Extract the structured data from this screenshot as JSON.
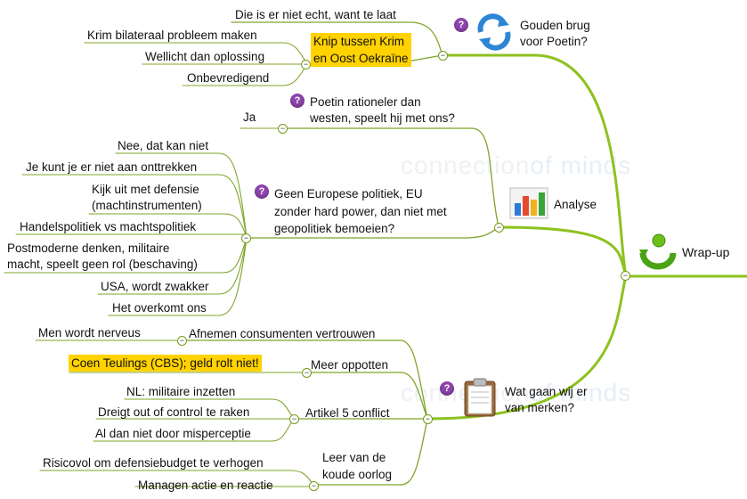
{
  "watermark": {
    "part1": "connection",
    "part2": "of minds"
  },
  "root": {
    "label": "Wrap-up",
    "icon": "refresh-arrow-icon"
  },
  "branches": {
    "gouden_brug": {
      "label_line1": "Gouden brug",
      "label_line2": "voor Poetin?",
      "icon": "blue-sync-arrows-icon",
      "children": {
        "die_is": "Die is er niet echt, want te laat",
        "knip_line1": "Knip tussen Krim",
        "knip_line2": "en Oost Oekraïne",
        "knip_children": [
          "Krim bilateraal probleem maken",
          "Wellicht dan oplossing",
          "Onbevredigend"
        ]
      }
    },
    "analyse": {
      "label": "Analyse",
      "icon": "bar-chart-icon",
      "children": {
        "poetin_line1": "Poetin rationeler dan",
        "poetin_line2": "westen, speelt hij met ons?",
        "poetin_children": [
          "Ja"
        ],
        "geen_line1": "Geen Europese politiek, EU",
        "geen_line2": "zonder hard power, dan niet met",
        "geen_line3": "geopolitiek bemoeien?",
        "geen_children": [
          "Nee, dat kan niet",
          "Je kunt je er niet aan onttrekken",
          "Kijk uit met defensie",
          "(machtinstrumenten)",
          "Handelspolitiek vs machtspolitiek",
          "Postmoderne denken, militaire",
          "macht, speelt geen rol (beschaving)",
          "USA, wordt zwakker",
          "Het overkomt ons"
        ]
      }
    },
    "merken": {
      "label_line1": "Wat gaan wij er",
      "label_line2": "van merken?",
      "icon": "clipboard-icon",
      "children": {
        "afnemen": "Afnemen consumenten vertrouwen",
        "afnemen_children": [
          "Men wordt nerveus"
        ],
        "oppotten": "Meer oppotten",
        "oppotten_children": [
          "Coen Teulings (CBS); geld rolt niet!"
        ],
        "artikel5": "Artikel 5 conflict",
        "artikel5_children": [
          "NL: militaire inzetten",
          "Dreigt out of control te raken",
          "Al dan niet door misperceptie"
        ],
        "leer_line1": "Leer van de",
        "leer_line2": "koude oorlog",
        "leer_children": [
          "Risicovol om defensiebudget te verhogen",
          "Managen actie en reactie"
        ]
      }
    }
  },
  "colors": {
    "branch": "#8dc21f",
    "leaf": "#6f8f2a",
    "highlight": "#ffd200",
    "question": "#8e44ad"
  },
  "question_mark": "?",
  "collapse_symbol": "−"
}
